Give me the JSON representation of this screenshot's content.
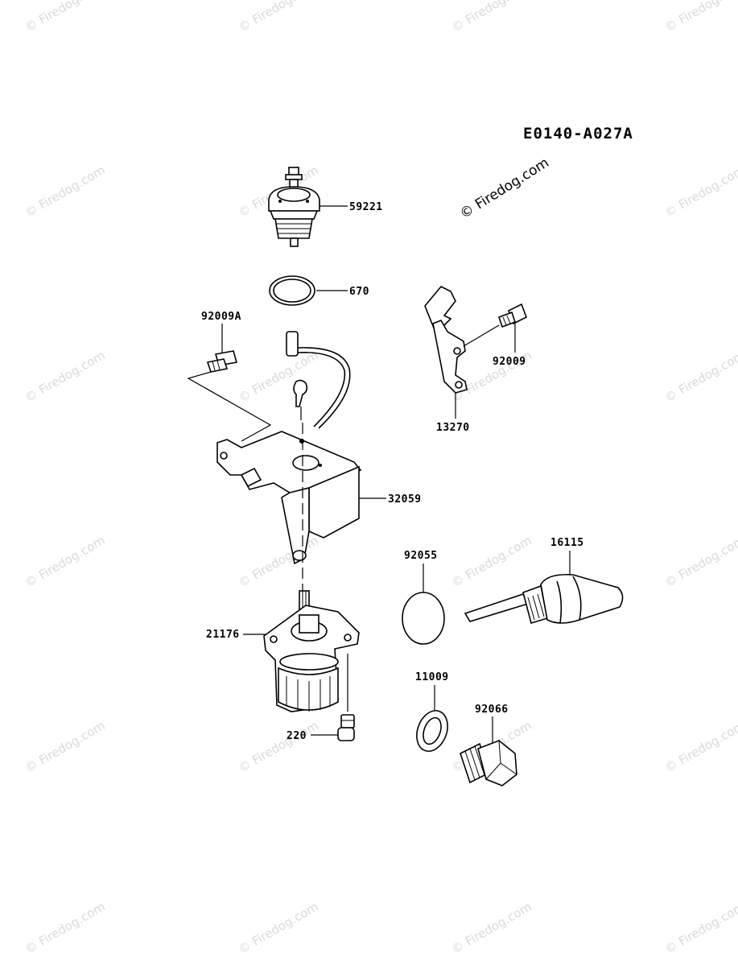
{
  "diagram": {
    "code": "E0140-A027A",
    "watermark": "© Firedog.com",
    "parts": [
      {
        "id": "59221",
        "label": "59221"
      },
      {
        "id": "670",
        "label": "670"
      },
      {
        "id": "92009A",
        "label": "92009A"
      },
      {
        "id": "92009",
        "label": "92009"
      },
      {
        "id": "13270",
        "label": "13270"
      },
      {
        "id": "32059",
        "label": "32059"
      },
      {
        "id": "92055",
        "label": "92055"
      },
      {
        "id": "16115",
        "label": "16115"
      },
      {
        "id": "21176",
        "label": "21176"
      },
      {
        "id": "11009",
        "label": "11009"
      },
      {
        "id": "92066",
        "label": "92066"
      },
      {
        "id": "220",
        "label": "220"
      }
    ]
  }
}
